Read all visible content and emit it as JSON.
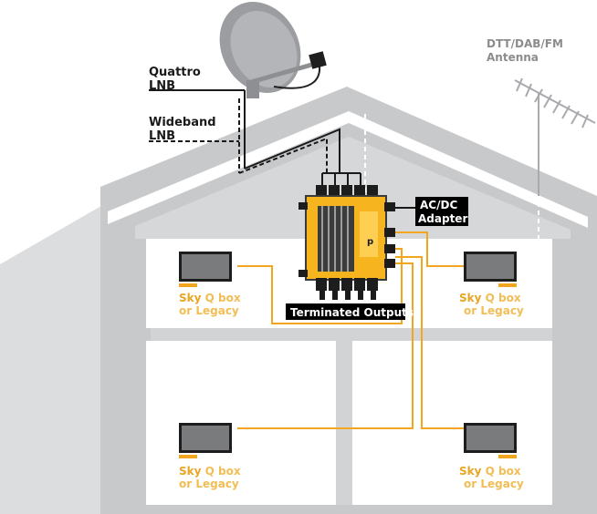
{
  "labels": {
    "quattro_line1": "Quattro",
    "quattro_line2": "LNB",
    "wideband_line1": "Wideband",
    "wideband_line2": "LNB",
    "antenna_line1": "DTT/DAB/FM",
    "antenna_line2": "Antenna",
    "adapter_line1": "AC/DC",
    "adapter_line2": "Adapter",
    "terminated_outputs": "Terminated Outputs"
  },
  "tv_boxes": [
    {
      "brand": "Sky",
      "model": " Q box",
      "line2": "or Legacy"
    },
    {
      "brand": "Sky",
      "model": " Q box",
      "line2": "or Legacy"
    },
    {
      "brand": "Sky",
      "model": " Q box",
      "line2": "or Legacy"
    },
    {
      "brand": "Sky",
      "model": " Q box",
      "line2": "or Legacy"
    }
  ],
  "colors": {
    "house_wall": "#c8c9cb",
    "house_background": "#d9dadb",
    "roof_trim": "#ffffff",
    "interior": "#ffffff",
    "floor": "#d2d3d5",
    "cable_orange": "#f2a61f",
    "label_gray": "#8c8c8c",
    "label_dark": "#1a1a1a",
    "multiswitch_yellow": "#f6b51e",
    "tv_screen": "#7a7b7d",
    "tv_frame": "#1d1d1d",
    "brand_orange": "#e9a523"
  }
}
